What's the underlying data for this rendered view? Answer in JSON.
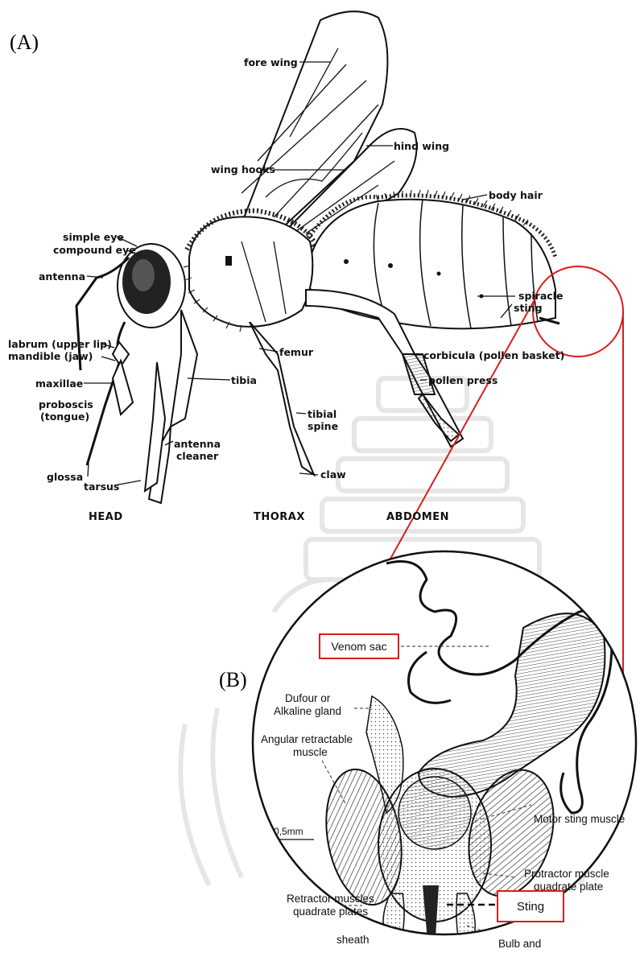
{
  "panels": {
    "a": "(A)",
    "b": "(B)"
  },
  "panel_a_labels": {
    "fore_wing": "fore wing",
    "hind_wing": "hind wing",
    "wing_hooks": "wing hooks",
    "body_hair": "body hair",
    "simple_eye": "simple eye",
    "compound_eye": "compound eye",
    "antenna": "antenna",
    "labrum": "labrum (upper lip)",
    "mandible": "mandible (jaw)",
    "maxillae": "maxillae",
    "proboscis_1": "proboscis",
    "proboscis_2": "(tongue)",
    "glossa": "glossa",
    "tarsus": "tarsus",
    "antenna_cleaner_1": "antenna",
    "antenna_cleaner_2": "cleaner",
    "tibia": "tibia",
    "femur": "femur",
    "tibial_spine_1": "tibial",
    "tibial_spine_2": "spine",
    "claw": "claw",
    "spiracle": "spiracle",
    "sting": "sting",
    "corbicula": "corbicula (pollen basket)",
    "pollen_press": "pollen press"
  },
  "sections": {
    "head": "HEAD",
    "thorax": "THORAX",
    "abdomen": "ABDOMEN"
  },
  "panel_b_labels": {
    "venom_sac": "Venom sac",
    "dufour_1": "Dufour or",
    "dufour_2": "Alkaline gland",
    "angular_1": "Angular retractable",
    "angular_2": "muscle",
    "scale": "0,5mm",
    "motor": "Motor sting muscle",
    "retractor_1": "Retractor muscles",
    "retractor_2": "quadrate plates",
    "protractor_1": "Protractor muscle",
    "protractor_2": "quadrate plate",
    "sheath": "sheath",
    "sting": "Sting",
    "bulb": "Bulb and"
  },
  "colors": {
    "highlight": "#d81e1e",
    "ink": "#111111"
  }
}
